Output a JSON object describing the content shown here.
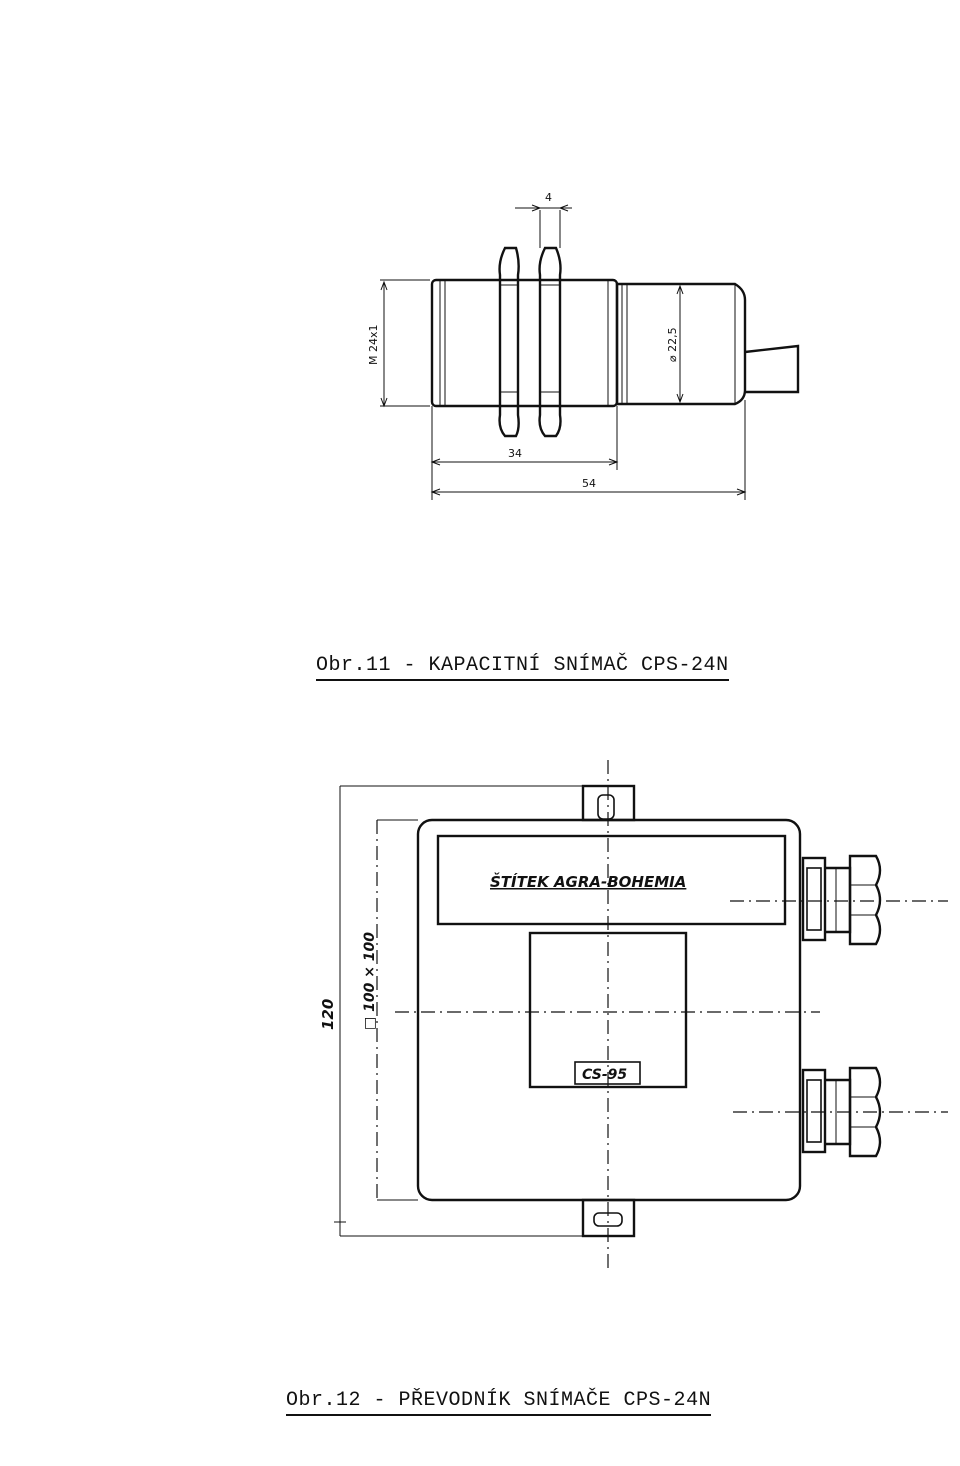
{
  "figure11": {
    "caption": "Obr.11 - KAPACITNÍ SNÍMAČ CPS-24N",
    "dim_thread": "M 24x1",
    "dim_diameter": "⌀ 22,5",
    "dim_nut": "4",
    "dim_34": "34",
    "dim_54": "54"
  },
  "figure12": {
    "caption": "Obr.12 - PŘEVODNÍK SNÍMAČE CPS-24N",
    "dim_120": "120",
    "dim_box": "□ 100 × 100",
    "label_plate": "ŠTÍTEK AGRA-BOHEMIA",
    "label_model": "CS-95"
  }
}
